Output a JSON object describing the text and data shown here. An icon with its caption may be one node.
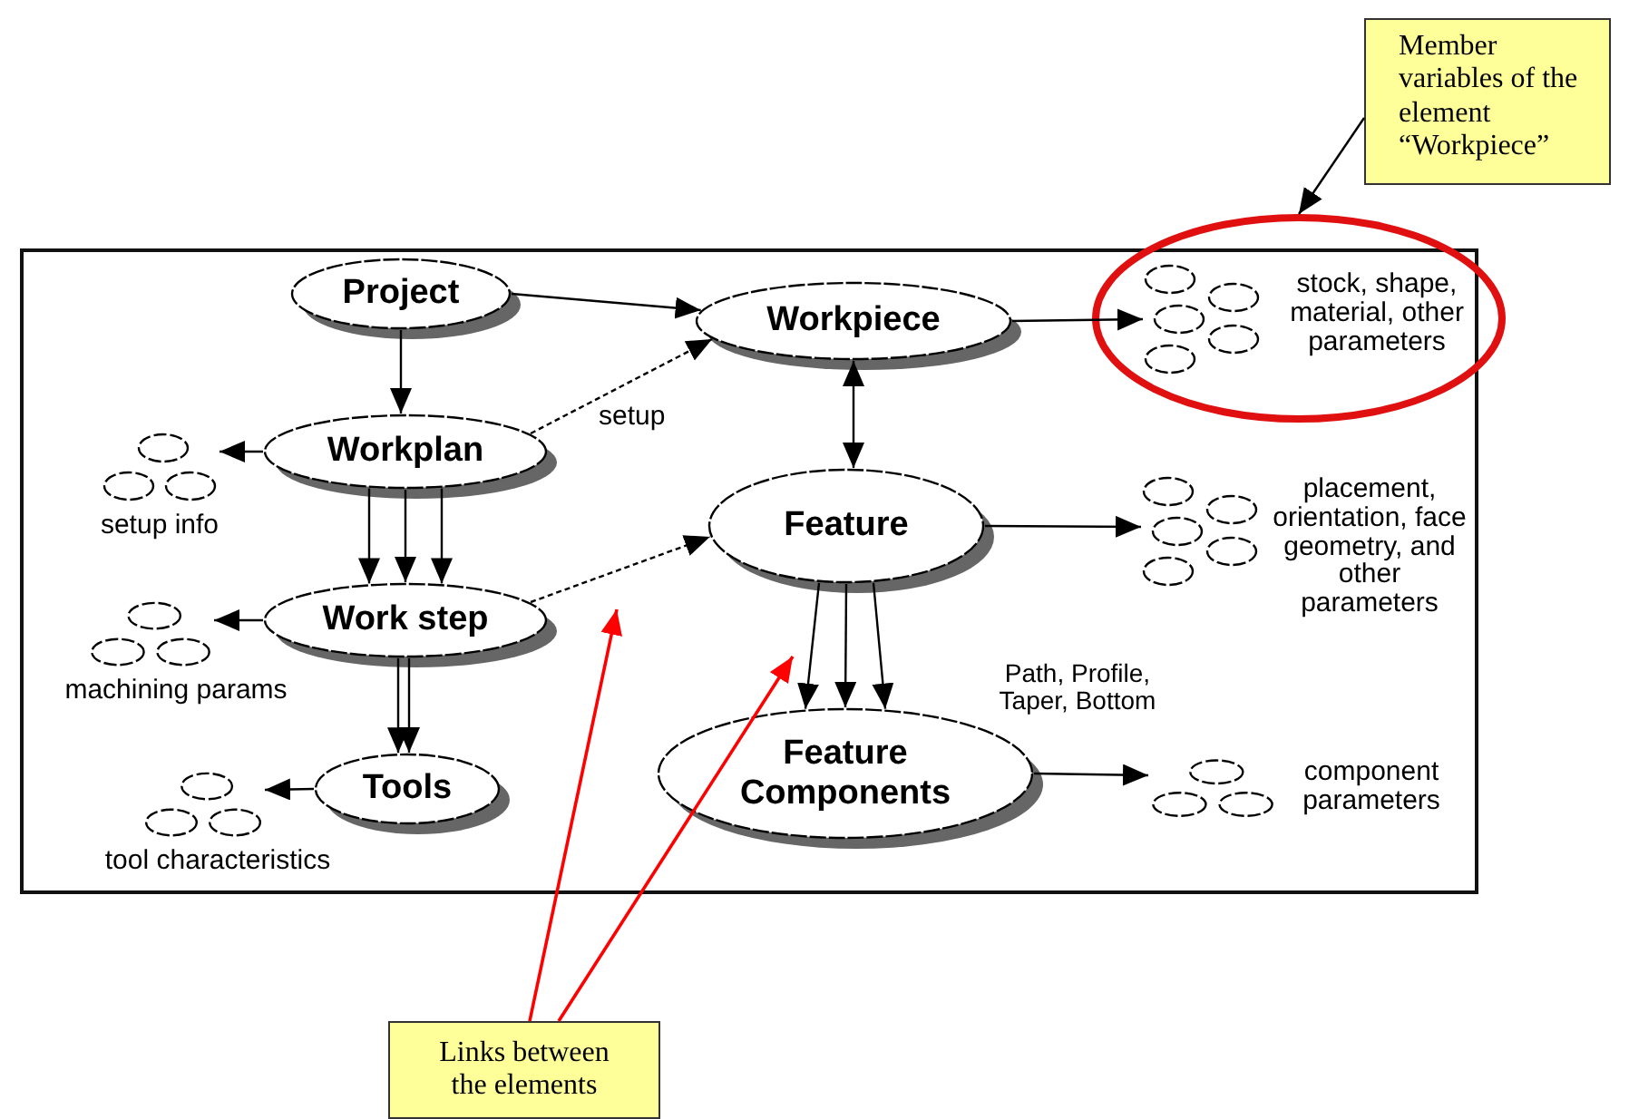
{
  "diagram": {
    "nodes": [
      {
        "text": [
          "Member variables of the element “Workpiece”"
        ]
      },
      {
        "text": [
          "Project"
        ]
      },
      {
        "text": [
          "Workpiece"
        ]
      },
      {
        "text": [],
        "shape": "circle"
      },
      {
        "text": [],
        "shape": "cloud",
        "in": 3,
        "beside": [
          "stock, shape, material, other parameters"
        ]
      },
      {
        "text": [
          "Workplan"
        ]
      },
      {
        "text": [],
        "shape": "cloud",
        "beside": [
          "setup info"
        ]
      },
      {
        "text": [
          "Work step"
        ]
      },
      {
        "text": [],
        "shape": "cloud",
        "beside": [
          "machining params"
        ]
      },
      {
        "text": [
          "Feature"
        ]
      },
      {
        "text": [],
        "shape": "cloud",
        "beside": [
          "placement, orientation, face geometry, and other parameters"
        ]
      },
      {
        "text": [
          "Tools"
        ]
      },
      {
        "text": [],
        "shape": "cloud",
        "beside": [
          "tool characteristics"
        ]
      },
      {
        "text": [
          "Feature Components"
        ]
      },
      {
        "text": [],
        "shape": "cloud",
        "beside": [
          "component parameters"
        ]
      },
      {
        "text": [
          "Links between the elements"
        ]
      }
    ],
    "edges": [
      {
        "from": 1,
        "to": 2,
        "arrow": "to"
      },
      {
        "from": 1,
        "to": 5,
        "arrow": "to"
      },
      {
        "from": 5,
        "to": 2,
        "arrow": "to",
        "label": "setup",
        "style": "dashed"
      },
      {
        "from": 2,
        "to": 4,
        "arrow": "to"
      },
      {
        "from": 2,
        "to": 9,
        "arrow": "both"
      },
      {
        "from": 5,
        "to": 6,
        "arrow": "to"
      },
      {
        "from": 5,
        "to": 7,
        "arrow": "to"
      },
      {
        "from": 5,
        "to": 7,
        "arrow": "to"
      },
      {
        "from": 5,
        "to": 7,
        "arrow": "to"
      },
      {
        "from": 7,
        "to": 8,
        "arrow": "to"
      },
      {
        "from": 7,
        "to": 11,
        "arrow": "to"
      },
      {
        "from": 7,
        "to": 11,
        "arrow": "to"
      },
      {
        "from": 7,
        "to": 9,
        "arrow": "to",
        "style": "dashed"
      },
      {
        "from": 9,
        "to": 10,
        "arrow": "to"
      },
      {
        "from": 9,
        "to": 13,
        "arrow": "to"
      },
      {
        "from": 9,
        "to": 13,
        "arrow": "to"
      },
      {
        "from": 9,
        "to": 13,
        "arrow": "to"
      },
      {
        "from": 11,
        "to": 12,
        "arrow": "to"
      },
      {
        "from": 13,
        "to": 14,
        "arrow": "to"
      },
      {
        "from": 0,
        "to": 3,
        "arrow": "to"
      },
      {
        "from": 15,
        "to": null,
        "arrow": "to",
        "color": "#ff0000"
      },
      {
        "from": 15,
        "to": null,
        "arrow": "to",
        "color": "#ff0000"
      }
    ],
    "labels": [
      "Path, Profile, Taper, Bottom"
    ]
  }
}
